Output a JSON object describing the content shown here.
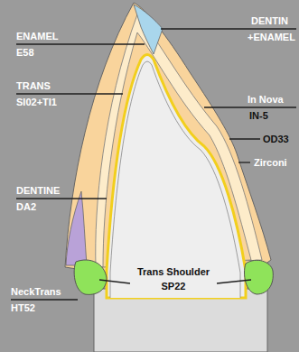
{
  "diagram": {
    "labels": [
      "ENAMEL",
      "E58",
      "DENTIN",
      "+ENAMEL",
      "TRANS",
      "SI02+TI1",
      "In Nova",
      "IN-5",
      "OD33",
      "DENTINE",
      "DA2",
      "Zirconi",
      "NeckTrans",
      "HT52",
      "Trans Shoulder",
      "SP22"
    ]
  }
}
